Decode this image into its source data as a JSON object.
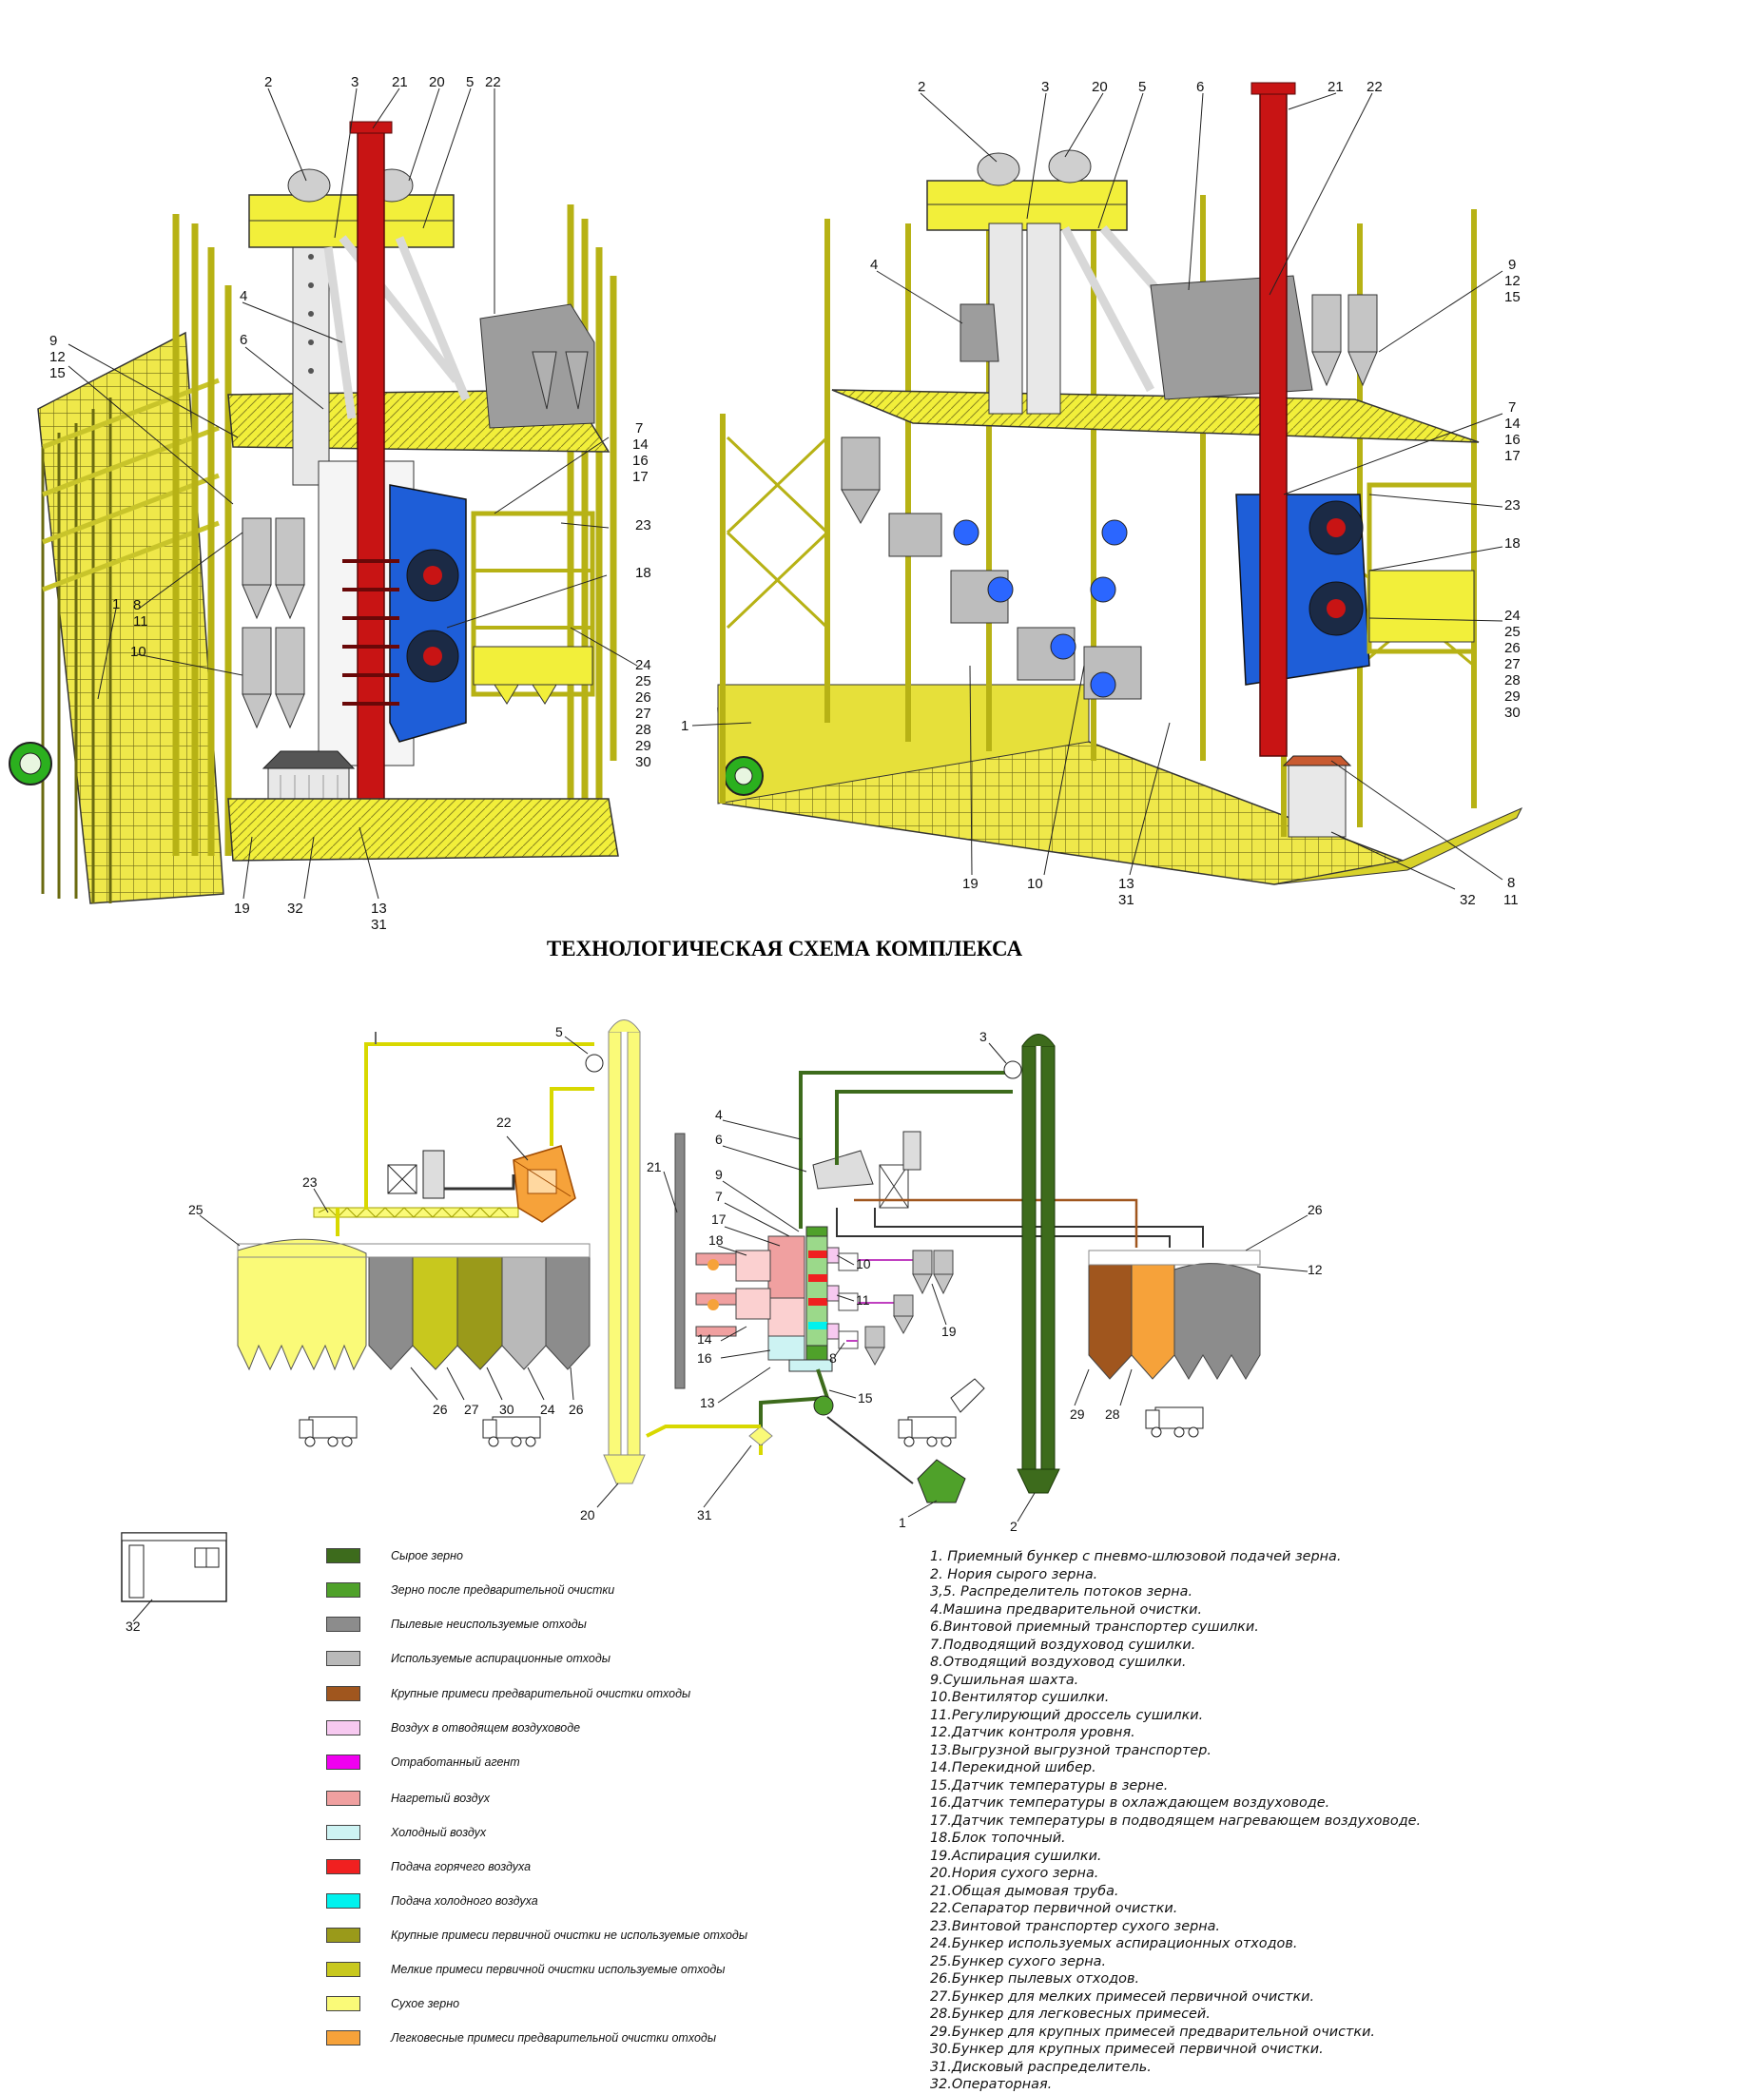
{
  "title": "ТЕХНОЛОГИЧЕСКАЯ СХЕМА КОМПЛЕКСА",
  "colors": {
    "raw_grain": "#3d6b1c",
    "pre_cleaned_grain": "#4fa12a",
    "dust_waste": "#8c8c8c",
    "aspiration_waste": "#b9b9b9",
    "large_impurities": "#a0561e",
    "exhaust_air": "#f7c9f0",
    "spent_agent": "#f000f0",
    "heated_air": "#f0a0a0",
    "cold_air": "#cdf3f3",
    "hot_supply": "#f02020",
    "cold_supply": "#00f2ee",
    "primary_large": "#9a9a1a",
    "primary_small": "#c8c81e",
    "dry_grain": "#fafa78",
    "light_impurities": "#f6a23a",
    "frame_yellow": "#f2ef3a",
    "dryer_blue": "#1e5ed8",
    "chimney_red": "#c81414"
  },
  "view_labels": {
    "left": {
      "top": [
        "2",
        "3",
        "21",
        "20",
        "5",
        "22"
      ],
      "n4": "4",
      "n6": "6",
      "n9": "9",
      "n12": "12",
      "n15": "15",
      "n7": "7",
      "n14": "14",
      "n16": "16",
      "n17": "17",
      "n23": "23",
      "n18": "18",
      "n1": "1",
      "n8": "8",
      "n11": "11",
      "n10": "10",
      "right_stack": [
        "24",
        "25",
        "26",
        "27",
        "28",
        "29",
        "30"
      ],
      "bottom": [
        "19",
        "32",
        "13",
        "31"
      ]
    },
    "right": {
      "top": [
        "2",
        "3",
        "20",
        "5",
        "6",
        "21",
        "22"
      ],
      "n4": "4",
      "n1": "1",
      "side_stack_a": [
        "9",
        "12",
        "15"
      ],
      "side_stack_b": [
        "7",
        "14",
        "16",
        "17"
      ],
      "n23": "23",
      "n18": "18",
      "side_stack_c": [
        "24",
        "25",
        "26",
        "27",
        "28",
        "29",
        "30"
      ],
      "bottom": [
        "19",
        "10",
        "13",
        "31",
        "32",
        "8",
        "11"
      ]
    }
  },
  "scheme_labels": {
    "n5": "5",
    "n3": "3",
    "n4": "4",
    "n6": "6",
    "n9": "9",
    "n7": "7",
    "n17": "17",
    "n18": "18",
    "n10": "10",
    "n11": "11",
    "n19": "19",
    "n14": "14",
    "n16": "16",
    "n8": "8",
    "n13": "13",
    "n15": "15",
    "n21": "21",
    "n22": "22",
    "n23": "23",
    "n25": "25",
    "n26a": "26",
    "n27": "27",
    "n30": "30",
    "n24": "24",
    "n26b": "26",
    "n26c": "26",
    "n12": "12",
    "n29": "29",
    "n28": "28",
    "n20": "20",
    "n31": "31",
    "n1": "1",
    "n2": "2",
    "n32": "32"
  },
  "legend": [
    {
      "label": "Сырое зерно",
      "color": "#3d6b1c"
    },
    {
      "label": "Зерно после предварительной очистки",
      "color": "#4fa12a"
    },
    {
      "label": "Пылевые неиспользуемые отходы",
      "color": "#8c8c8c"
    },
    {
      "label": "Используемые аспирационные отходы",
      "color": "#b9b9b9"
    },
    {
      "label": "Крупные примеси предварительной очистки отходы",
      "color": "#a0561e"
    },
    {
      "label": "Воздух в отводящем воздуховоде",
      "color": "#f7c9f0"
    },
    {
      "label": "Отработанный агент",
      "color": "#f000f0"
    },
    {
      "label": "Нагретый воздух",
      "color": "#f0a0a0"
    },
    {
      "label": "Холодный воздух",
      "color": "#cdf3f3"
    },
    {
      "label": "Подача горячего воздуха",
      "color": "#f02020"
    },
    {
      "label": "Подача холодного воздуха",
      "color": "#00f2ee"
    },
    {
      "label": "Крупные примеси первичной очистки не используемые отходы",
      "color": "#9a9a1a"
    },
    {
      "label": "Мелкие примеси первичной очистки используемые отходы",
      "color": "#c8c81e"
    },
    {
      "label": "Сухое зерно",
      "color": "#fafa78"
    },
    {
      "label": "Легковесные примеси предварительной очистки отходы",
      "color": "#f6a23a"
    }
  ],
  "spec": [
    "1. Приемный бункер с пневмо-шлюзовой подачей зерна.",
    "2. Нория сырого зерна.",
    "3,5. Распределитель потоков зерна.",
    "4.Машина предварительной очистки.",
    "6.Винтовой приемный транспортер сушилки.",
    "7.Подводящий воздуховод сушилки.",
    "8.Отводящий воздуховод сушилки.",
    "9.Сушильная шахта.",
    "10.Вентилятор сушилки.",
    "11.Регулирующий дроссель сушилки.",
    "12.Датчик контроля уровня.",
    "13.Выгрузной выгрузной транспортер.",
    "14.Перекидной шибер.",
    "15.Датчик температуры в зерне.",
    "16.Датчик температуры в охлаждающем воздуховоде.",
    "17.Датчик температуры в подводящем нагревающем воздуховоде.",
    "18.Блок топочный.",
    "19.Аспирация сушилки.",
    "20.Нория сухого зерна.",
    "21.Общая дымовая труба.",
    "22.Сепаратор первичной очистки.",
    "23.Винтовой транспортер сухого зерна.",
    "24.Бункер используемых аспирационных отходов.",
    "25.Бункер сухого зерна.",
    "26.Бункер пылевых отходов.",
    "27.Бункер для мелких примесей первичной очистки.",
    "28.Бункер для легковесных примесей.",
    "29.Бункер для крупных примесей предварительной очистки.",
    "30.Бункер для крупных примесей первичной очистки.",
    "31.Дисковый распределитель.",
    "32.Операторная."
  ]
}
